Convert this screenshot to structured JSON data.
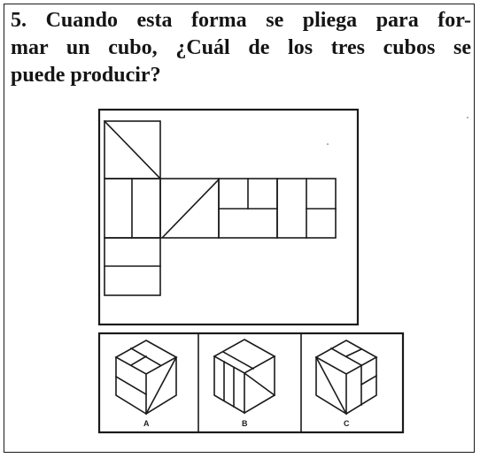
{
  "question": {
    "number": "5.",
    "line1": "Cuando esta forma se pliega para for-",
    "line2": "mar un cubo, ¿Cuál de los tres cubos se",
    "line3": "puede producir?"
  },
  "options": [
    {
      "label": "A"
    },
    {
      "label": "B"
    },
    {
      "label": "C"
    }
  ]
}
